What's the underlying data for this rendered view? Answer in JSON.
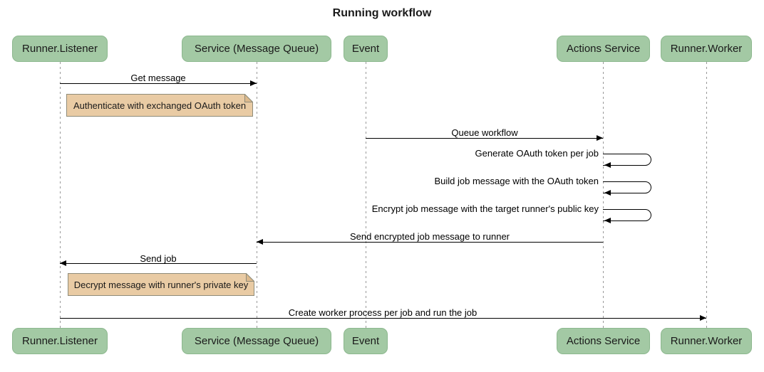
{
  "title": "Running workflow",
  "colors": {
    "background": "#ffffff",
    "actor_fill": "#a3c9a4",
    "actor_border": "#8cb88e",
    "note_fill": "#e9cba4",
    "note_fold": "#dcb98c",
    "note_border": "#8f8c7a",
    "lifeline": "#999999",
    "line": "#000000",
    "text": "#1a1a1a"
  },
  "actors": [
    {
      "label": "Runner.Listener"
    },
    {
      "label": "Service (Message Queue)"
    },
    {
      "label": "Event"
    },
    {
      "label": "Actions Service"
    },
    {
      "label": "Runner.Worker"
    }
  ],
  "messages": [
    {
      "label": "Get message",
      "from": "Runner.Listener",
      "to": "Service (Message Queue)",
      "kind": "arrow-right"
    },
    {
      "label": "Queue workflow",
      "from": "Event",
      "to": "Actions Service",
      "kind": "arrow-right"
    },
    {
      "label": "Generate OAuth token per job",
      "from": "Actions Service",
      "to": "Actions Service",
      "kind": "self-loop"
    },
    {
      "label": "Build job message with the OAuth token",
      "from": "Actions Service",
      "to": "Actions Service",
      "kind": "self-loop"
    },
    {
      "label": "Encrypt job message with the target runner's public key",
      "from": "Actions Service",
      "to": "Actions Service",
      "kind": "self-loop"
    },
    {
      "label": "Send encrypted job message to runner",
      "from": "Actions Service",
      "to": "Service (Message Queue)",
      "kind": "arrow-left"
    },
    {
      "label": "Send job",
      "from": "Service (Message Queue)",
      "to": "Runner.Listener",
      "kind": "arrow-left"
    },
    {
      "label": "Create worker process per job and run the job",
      "from": "Runner.Listener",
      "to": "Runner.Worker",
      "kind": "arrow-right"
    }
  ],
  "notes": [
    {
      "label": "Authenticate with exchanged OAuth token",
      "anchor": "Runner.Listener"
    },
    {
      "label": "Decrypt message with runner's private key",
      "anchor": "Runner.Listener"
    }
  ]
}
